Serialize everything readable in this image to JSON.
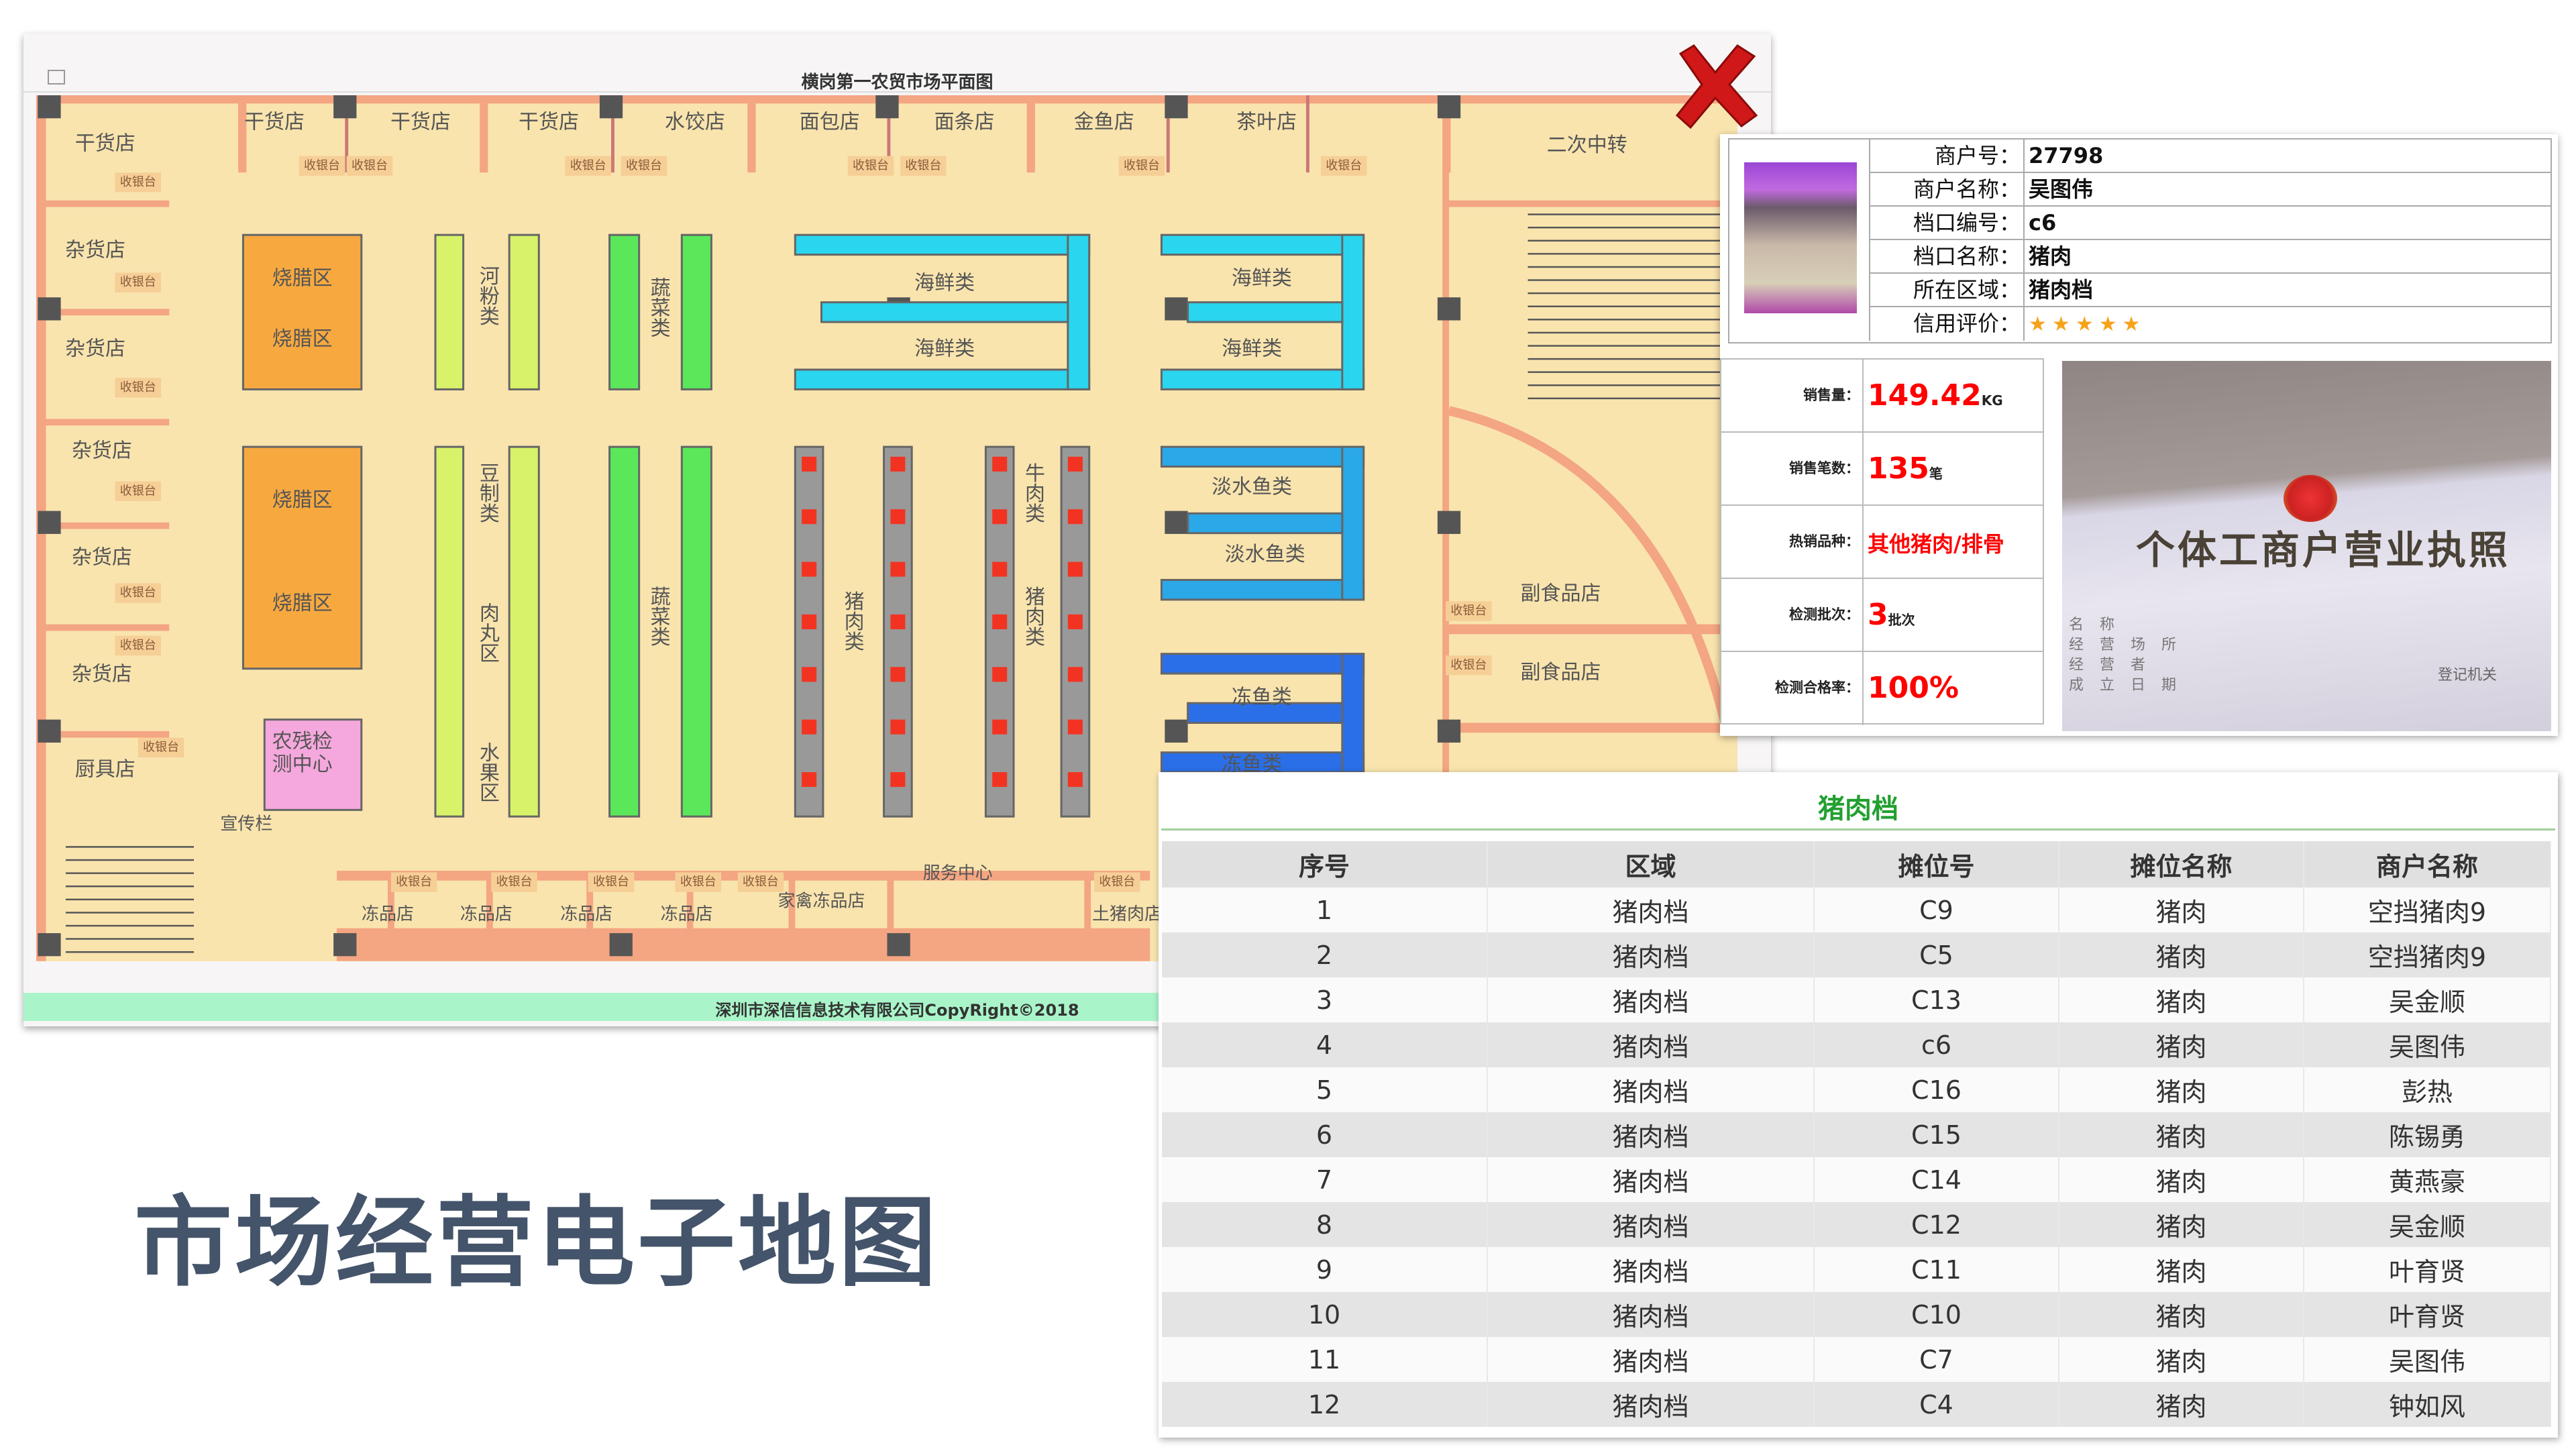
{
  "map_window": {
    "title": "横岗第一农贸市场平面图",
    "copyright": "深圳市深信信息技术有限公司CopyRight©2018",
    "close_icon": "red-x-icon",
    "labels": [
      "干货店",
      "干货店",
      "干货店",
      "干货店",
      "水饺店",
      "面包店",
      "面条店",
      "金鱼店",
      "茶叶店",
      "二次中转",
      "杂货店",
      "杂货店",
      "杂货店",
      "杂货店",
      "杂货店",
      "厨具店",
      "烧腊区",
      "烧腊区",
      "烧腊区",
      "烧腊区",
      "河粉类",
      "豆制类",
      "肉丸区",
      "水果区",
      "蔬菜类",
      "蔬菜类",
      "海鲜类",
      "海鲜类",
      "海鲜类",
      "海鲜类",
      "淡水鱼类",
      "淡水鱼类",
      "冻鱼类",
      "冻鱼类",
      "猪肉类",
      "牛肉类",
      "猪肉类",
      "副食品店",
      "副食品店",
      "农残检",
      "测中心",
      "宣传栏",
      "冻品店",
      "冻品店",
      "冻品店",
      "冻品店",
      "家禽冻品店",
      "服务中心",
      "土猪肉店"
    ],
    "cashier_label": "收银台",
    "colors": {
      "floor": "#f9e4ae",
      "wall": "#f4a582",
      "pillar": "#555555",
      "bbq": "#f7a940",
      "noodle": "#d8f36a",
      "veg": "#5ae85a",
      "seafood": "#2ad6ef",
      "freshwater": "#2aa8e8",
      "frozen": "#2b6fe8",
      "meat_stripe": "#999999",
      "meat_red": "#f33322",
      "lab": "#f5a8dd"
    }
  },
  "merchant": {
    "rows": [
      {
        "label": "商户号：",
        "value": "27798"
      },
      {
        "label": "商户名称：",
        "value": "吴图伟"
      },
      {
        "label": "档口编号：",
        "value": "c6"
      },
      {
        "label": "档口名称：",
        "value": "猪肉"
      },
      {
        "label": "所在区域：",
        "value": "猪肉档"
      },
      {
        "label": "信用评价：",
        "value": ""
      }
    ],
    "rating": 5,
    "rating_max": 5
  },
  "stats": [
    {
      "label": "销售量：",
      "value": "149.42",
      "unit": "KG"
    },
    {
      "label": "销售笔数：",
      "value": "135",
      "unit": "笔"
    },
    {
      "label": "热销品种：",
      "value": "其他猪肉/排骨",
      "unit": ""
    },
    {
      "label": "检测批次：",
      "value": "3",
      "unit": "批次"
    },
    {
      "label": "检测合格率：",
      "value": "100%",
      "unit": ""
    }
  ],
  "license": {
    "title": "个体工商户营业执照",
    "fields": [
      "名称",
      "经营场所",
      "经营者",
      "成立日期"
    ],
    "authority": "登记机关"
  },
  "stall_table": {
    "title": "猪肉档",
    "headers": [
      "序号",
      "区域",
      "摊位号",
      "摊位名称",
      "商户名称"
    ],
    "rows": [
      [
        "1",
        "猪肉档",
        "C9",
        "猪肉",
        "空挡猪肉9"
      ],
      [
        "2",
        "猪肉档",
        "C5",
        "猪肉",
        "空挡猪肉9"
      ],
      [
        "3",
        "猪肉档",
        "C13",
        "猪肉",
        "吴金顺"
      ],
      [
        "4",
        "猪肉档",
        "c6",
        "猪肉",
        "吴图伟"
      ],
      [
        "5",
        "猪肉档",
        "C16",
        "猪肉",
        "彭热"
      ],
      [
        "6",
        "猪肉档",
        "C15",
        "猪肉",
        "陈锡勇"
      ],
      [
        "7",
        "猪肉档",
        "C14",
        "猪肉",
        "黄燕豪"
      ],
      [
        "8",
        "猪肉档",
        "C12",
        "猪肉",
        "吴金顺"
      ],
      [
        "9",
        "猪肉档",
        "C11",
        "猪肉",
        "叶育贤"
      ],
      [
        "10",
        "猪肉档",
        "C10",
        "猪肉",
        "叶育贤"
      ],
      [
        "11",
        "猪肉档",
        "C7",
        "猪肉",
        "吴图伟"
      ],
      [
        "12",
        "猪肉档",
        "C4",
        "猪肉",
        "钟如风"
      ]
    ]
  },
  "heading": "市场经营电子地图"
}
